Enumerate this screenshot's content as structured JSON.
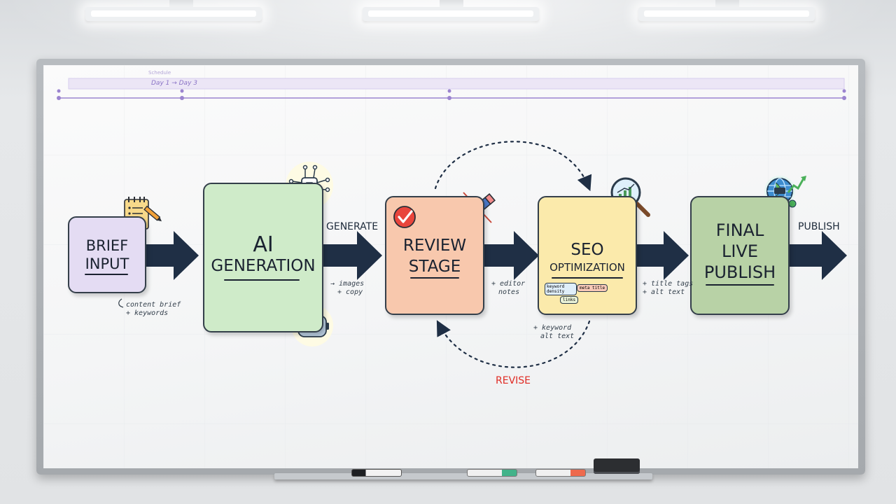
{
  "timeline": {
    "tiny_label": "Schedule",
    "range_label": "Day 1 → Day 3"
  },
  "stages": [
    {
      "id": "brief",
      "title_lines": [
        "BRIEF",
        "INPUT"
      ],
      "color": "#e4dcf3"
    },
    {
      "id": "ai",
      "title_lines": [
        "AI",
        "GENERATION"
      ],
      "color": "#cfebc9"
    },
    {
      "id": "review",
      "title_lines": [
        "REVIEW",
        "STAGE"
      ],
      "color": "#f8c8ad"
    },
    {
      "id": "seo",
      "title_lines": [
        "SEO",
        "OPTIMIZATION"
      ],
      "color": "#fbeaab"
    },
    {
      "id": "final",
      "title_lines": [
        "FINAL",
        "LIVE",
        "PUBLISH"
      ],
      "color": "#b8d2a6"
    }
  ],
  "arrow_labels": {
    "generate": "GENERATE",
    "publish": "PUBLISH",
    "revise": "REVISE"
  },
  "notes": {
    "brief": [
      "content brief",
      "+ keywords"
    ],
    "ai": [
      "→ images",
      "+ copy"
    ],
    "review": [
      "+ editor",
      "notes"
    ],
    "seo_out": [
      "+ title tags",
      "+ alt text"
    ],
    "seo_under": [
      "+ keyword",
      "alt text"
    ]
  },
  "seo_tags": [
    "keyword density",
    "meta title",
    "links"
  ],
  "colors": {
    "arrow": "#1f2f45",
    "revise": "#e02b24",
    "loop": "#1f2f45",
    "timeline": "#9b84cf"
  },
  "icons": [
    "notepad-icon",
    "ai-chip-icon",
    "robot-icon",
    "checkmark-icon",
    "pencil-icon",
    "chat-users-icon",
    "bar-chart-icon",
    "magnifier-icon",
    "growth-chart-icon",
    "globe-icon"
  ]
}
